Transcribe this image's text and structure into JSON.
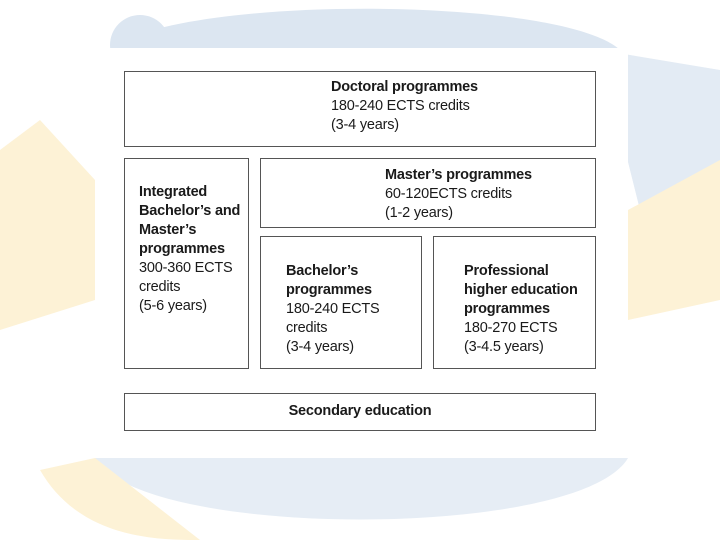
{
  "diagram": {
    "doctoral": {
      "title": "Doctoral programmes",
      "credits": "180-240 ECTS credits",
      "duration": "(3-4 years)"
    },
    "integrated": {
      "title_lines": [
        "Integrated",
        "Bachelor’s and",
        "Master’s",
        "programmes"
      ],
      "credits_lines": [
        "300-360 ECTS",
        "credits"
      ],
      "duration": "(5-6 years)"
    },
    "masters": {
      "title": "Master’s programmes",
      "credits": "60-120ECTS credits",
      "duration": "(1-2 years)"
    },
    "bachelors": {
      "title_lines": [
        "Bachelor’s",
        "programmes"
      ],
      "credits_lines": [
        "180-240 ECTS",
        "credits"
      ],
      "duration": "(3-4 years)"
    },
    "professional": {
      "title_lines": [
        "Professional",
        "higher education",
        "programmes"
      ],
      "credits": "180-270 ECTS",
      "duration": "(3-4.5 years)"
    },
    "secondary": {
      "title": "Secondary education"
    }
  },
  "colors": {
    "background_shape_blue": "#dce6f1",
    "background_shape_yellow": "#fdf2d6",
    "box_border": "#555555",
    "text": "#1a1a1a"
  }
}
